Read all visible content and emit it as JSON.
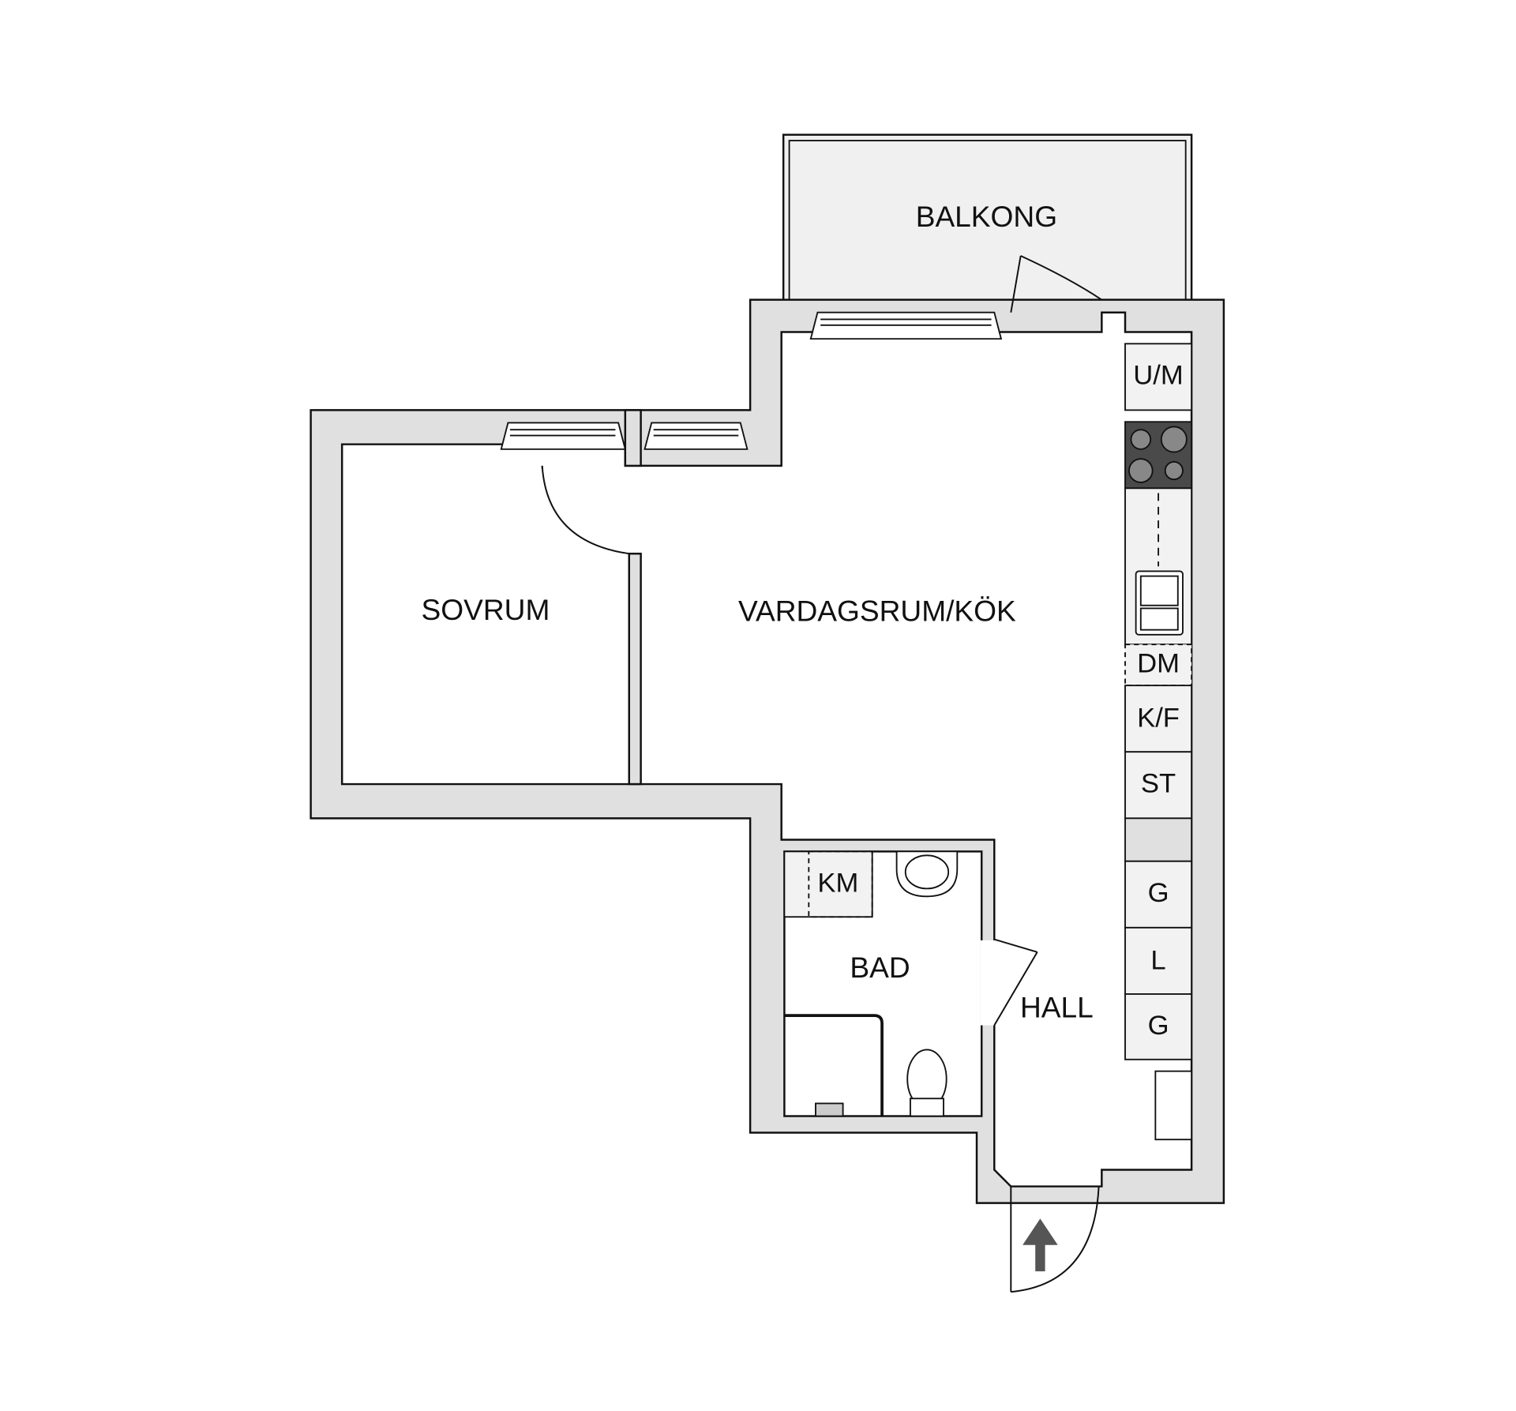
{
  "rooms": {
    "balcony": "BALKONG",
    "living_kitchen": "VARDAGSRUM/KÖK",
    "bedroom": "SOVRUM",
    "bathroom": "BAD",
    "hall": "HALL"
  },
  "fixtures": {
    "microwave_oven": "U/M",
    "dishwasher": "DM",
    "fridge_freezer": "K/F",
    "closet_kitchen": "ST",
    "wardrobe_1": "G",
    "linen": "L",
    "wardrobe_2": "G",
    "washing_machine": "KM"
  },
  "colors": {
    "wall": "#e0e0e0",
    "balcony": "#f0f0f0",
    "stove": "#4a4a4a",
    "arrow": "#555555"
  }
}
